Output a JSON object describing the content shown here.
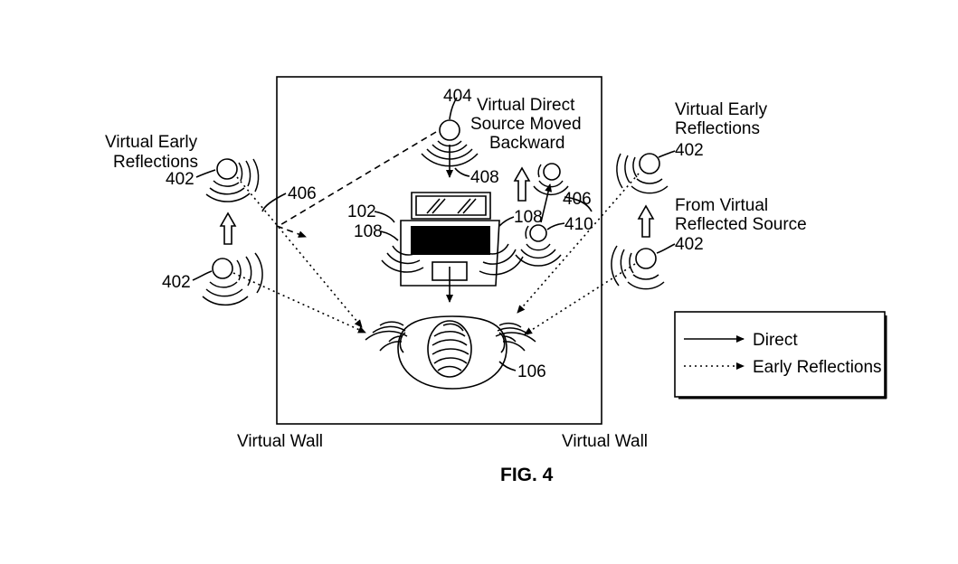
{
  "labels": {
    "vel_left_line1": "Virtual Early",
    "vel_left_line2": "Reflections",
    "vel_right_line1": "Virtual Early",
    "vel_right_line2": "Reflections",
    "vds_line1": "Virtual Direct",
    "vds_line2": "Source Moved",
    "vds_line3": "Backward",
    "from_line1": "From Virtual",
    "from_line2": "Reflected Source",
    "wall_left": "Virtual Wall",
    "wall_right": "Virtual Wall",
    "fig": "FIG. 4"
  },
  "refs": {
    "r402_left_top": "402",
    "r402_left_bottom": "402",
    "r402_right_top": "402",
    "r402_right_bottom": "402",
    "r404": "404",
    "r406_left": "406",
    "r406_right": "406",
    "r408": "408",
    "r410": "410",
    "r102": "102",
    "r108_left": "108",
    "r108_right": "108",
    "r106": "106"
  },
  "legend": {
    "direct": "Direct",
    "early": "Early Reflections"
  }
}
